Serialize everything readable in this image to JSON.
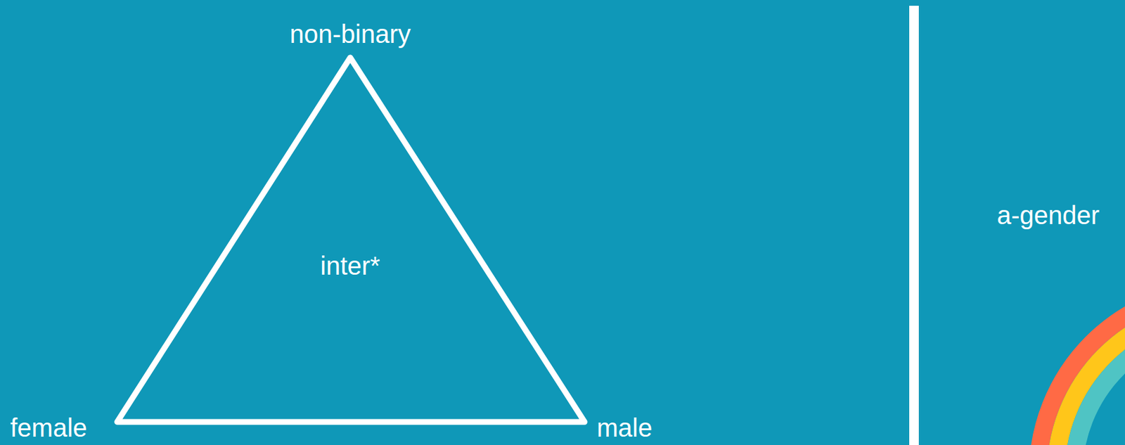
{
  "diagram": {
    "nodes": [
      {
        "text": [
          "inter*"
        ]
      }
    ],
    "labels": [
      "non-binary",
      "female",
      "male",
      "a-gender"
    ]
  }
}
